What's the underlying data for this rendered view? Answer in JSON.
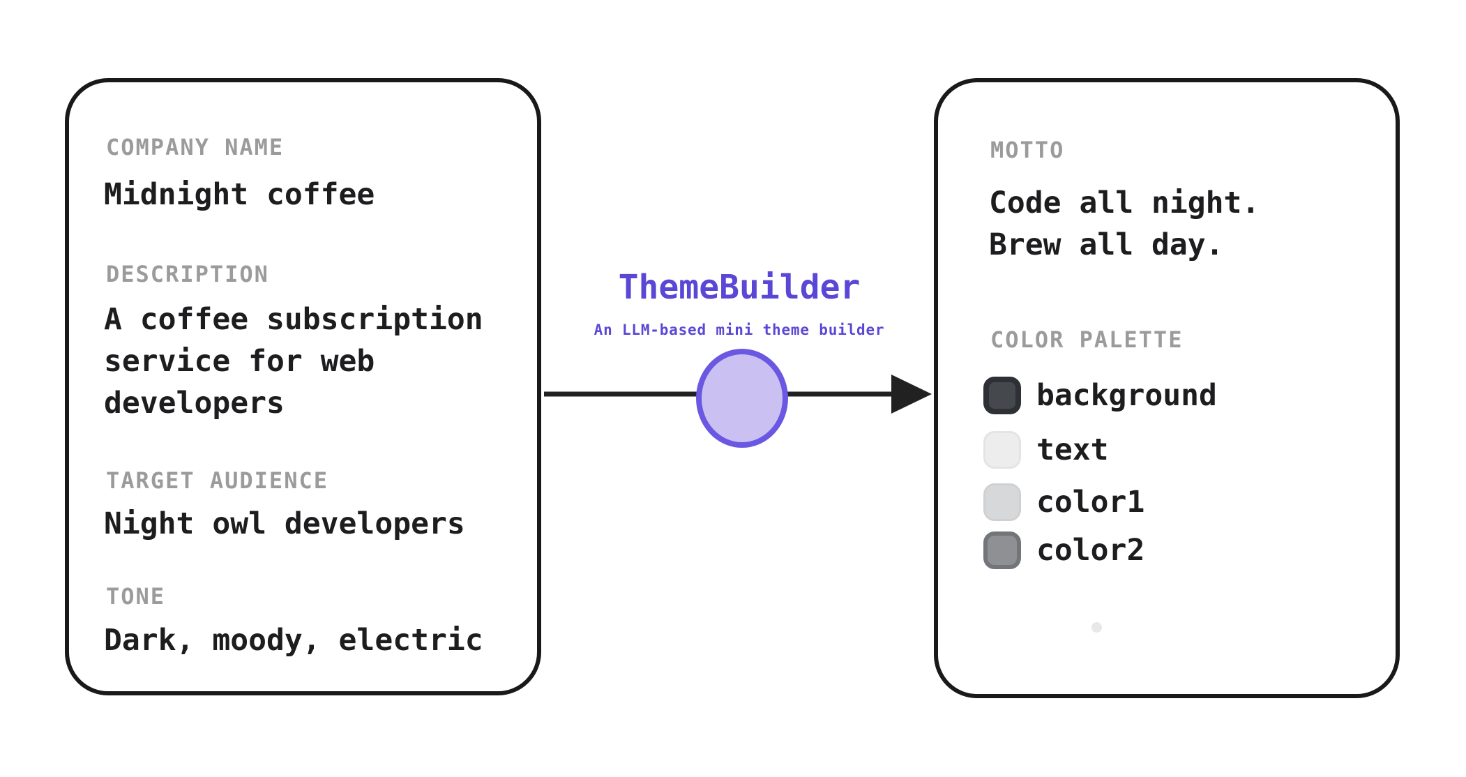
{
  "colors": {
    "ink": "#1d1d1f",
    "label": "#9b9b9b",
    "outline": "#191919",
    "purple": "#5a47d6",
    "arrow": "#212121",
    "dot": "#e8e8ea"
  },
  "left_card": {
    "fields": [
      {
        "label": "COMPANY NAME",
        "value": "Midnight coffee"
      },
      {
        "label": "DESCRIPTION",
        "value": "A coffee subscription\nservice for web\ndevelopers"
      },
      {
        "label": "TARGET AUDIENCE",
        "value": "Night owl developers"
      },
      {
        "label": "TONE",
        "value": "Dark, moody, electric"
      }
    ]
  },
  "builder": {
    "title": "ThemeBuilder",
    "subtitle": "An LLM-based mini theme builder",
    "circle_fill": "#cac1f2",
    "circle_stroke": "#6a58e2"
  },
  "right_card": {
    "motto_label": "MOTTO",
    "motto": "Code all night.\nBrew all day.",
    "palette_label": "COLOR PALETTE",
    "palette": [
      {
        "name": "background",
        "fill": "#45494e",
        "border": "#2d3035"
      },
      {
        "name": "text",
        "fill": "#ededee",
        "border": "#e3e4e5"
      },
      {
        "name": "color1",
        "fill": "#d7d8d9",
        "border": "#cfd0d1"
      },
      {
        "name": "color2",
        "fill": "#8e9093",
        "border": "#737679"
      }
    ]
  }
}
